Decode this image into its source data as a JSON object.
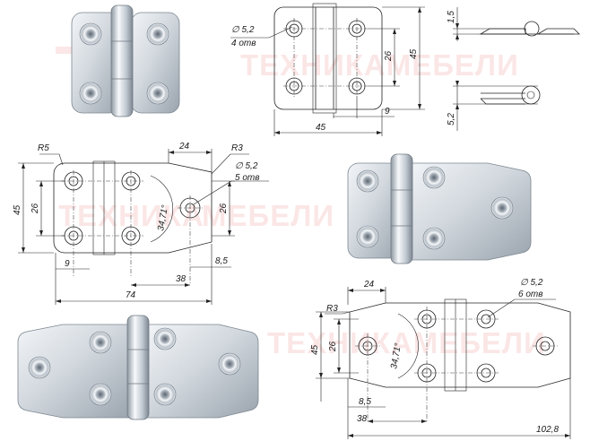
{
  "watermark": {
    "brand_left": "ТЕХНИКА",
    "brand_right": "МЕБЕЛИ",
    "brand_full": "ТЕХНИКАМЕБЕЛИ"
  },
  "colors": {
    "watermark": "#e23b3b",
    "metal_light": "#e9edf1",
    "metal_mid": "#c7ced6",
    "metal_dark": "#8d97a3",
    "line": "#222222"
  },
  "drawing_small": {
    "hole_label": "∅ 5,2",
    "hole_count": "4 отв",
    "dim_height": "45",
    "dim_inner": "26",
    "dim_offset": "9",
    "dim_width": "45",
    "side_top": "1,5",
    "side_bottom": "5,2"
  },
  "drawing_medium": {
    "radius_left": "R5",
    "radius_right": "R3",
    "dim_top": "24",
    "hole_label": "∅ 5,2",
    "hole_count": "5 отв",
    "dim_height": "45",
    "dim_inner_left": "26",
    "dim_inner_right": "26",
    "angle": "34,71°",
    "dim_offset": "9",
    "dim_38": "38",
    "dim_8_5": "8,5",
    "dim_width": "74"
  },
  "drawing_large": {
    "dim_top": "24",
    "hole_label": "∅ 5,2",
    "hole_count": "6 отв",
    "radius": "R3",
    "dim_height": "45",
    "dim_inner": "26",
    "angle": "34,71°",
    "dim_8_5": "8,5",
    "dim_38": "38",
    "dim_width": "102,8"
  }
}
